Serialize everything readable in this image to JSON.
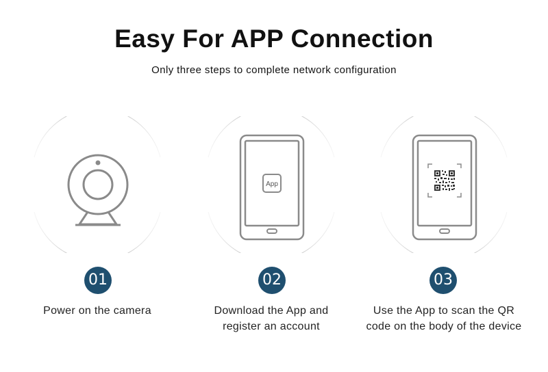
{
  "header": {
    "title": "Easy For APP Connection",
    "subtitle": "Only three steps to complete network configuration"
  },
  "steps": [
    {
      "number": "01",
      "icon": "camera-icon",
      "caption_line1": "Power on the camera",
      "caption_line2": ""
    },
    {
      "number": "02",
      "icon": "phone-app-icon",
      "app_label": "App",
      "caption_line1": "Download the App and",
      "caption_line2": "register an account"
    },
    {
      "number": "03",
      "icon": "phone-qr-icon",
      "caption_line1": "Use the App to scan the QR",
      "caption_line2": "code on the body of the device"
    }
  ],
  "colors": {
    "badge": "#1f4f6f",
    "outline": "#8a8a8a"
  }
}
